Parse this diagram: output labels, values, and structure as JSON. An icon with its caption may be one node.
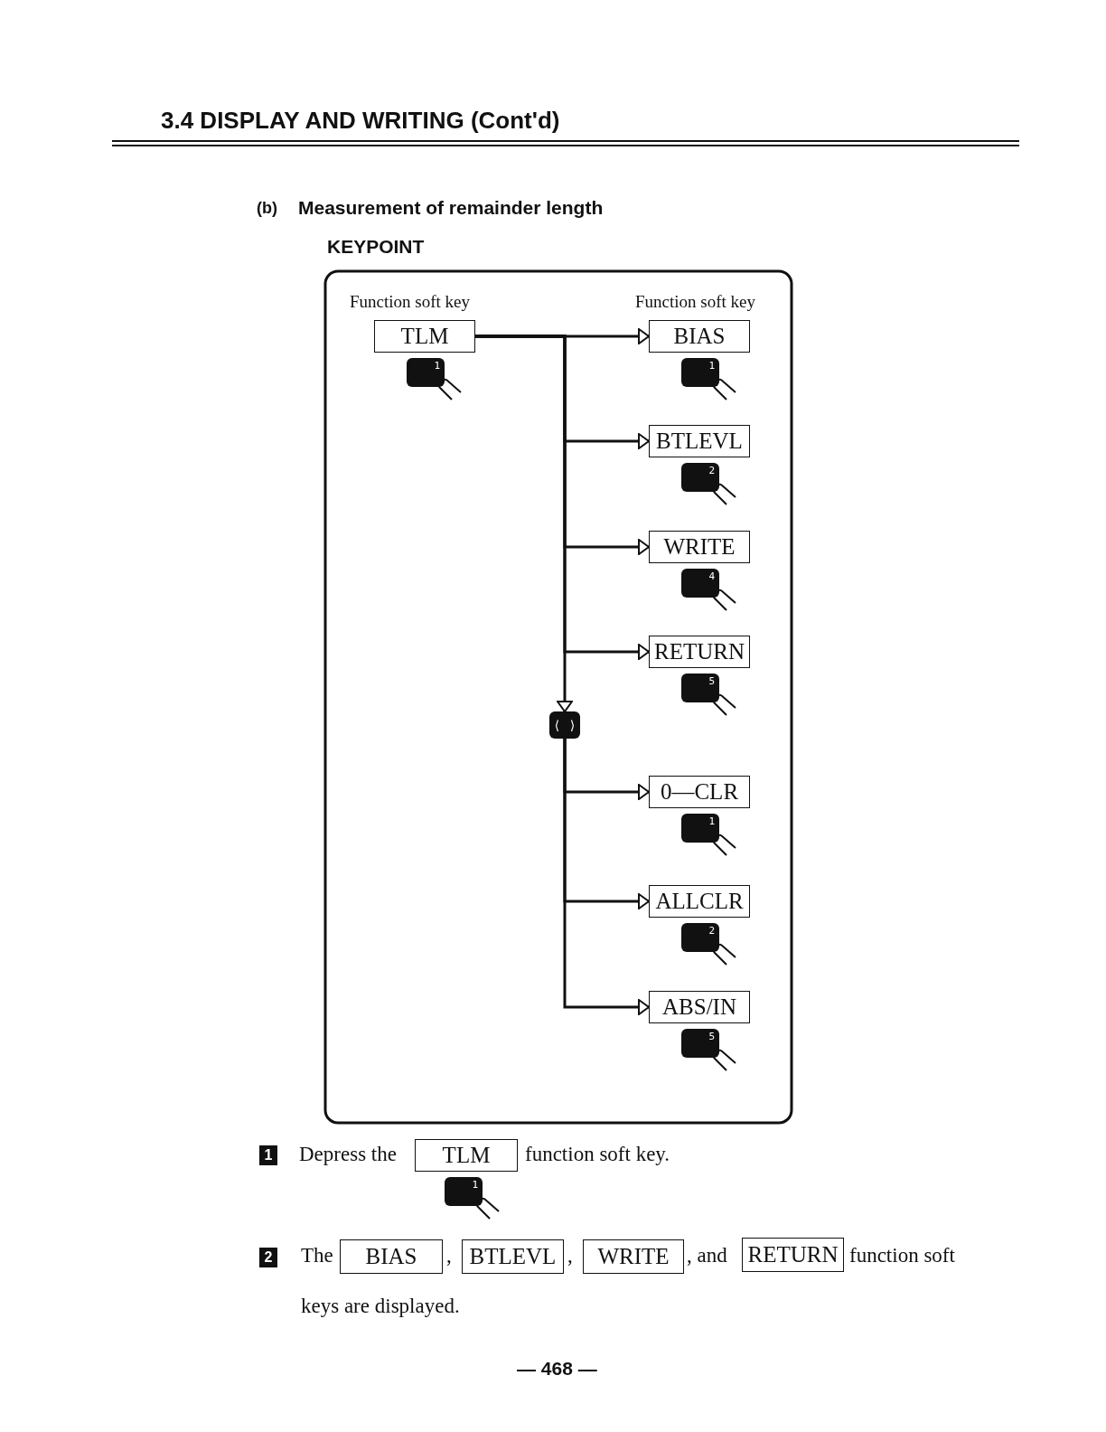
{
  "diagram": {
    "title": "3.4 DISPLAY AND WRITING (Cont'd)",
    "nodes": [
      {
        "text": [
          "TLM"
        ],
        "beside": [
          "1"
        ]
      },
      {
        "text": [
          "BIAS"
        ],
        "beside": [
          "1"
        ]
      },
      {
        "text": [
          "BTLEVL"
        ],
        "beside": [
          "2"
        ]
      },
      {
        "text": [
          "WRITE"
        ],
        "beside": [
          "4"
        ]
      },
      {
        "text": [
          "RETURN"
        ],
        "beside": [
          "5"
        ]
      },
      {
        "text": [
          "⟨ ⟩"
        ]
      },
      {
        "text": [
          "0—CLR"
        ],
        "beside": [
          "1"
        ]
      },
      {
        "text": [
          "ALLCLR"
        ],
        "beside": [
          "2"
        ]
      },
      {
        "text": [
          "ABS/IN"
        ],
        "beside": [
          "5"
        ]
      }
    ],
    "edges": [
      {
        "from": 0,
        "to": 1,
        "arrow": "to"
      },
      {
        "from": 0,
        "to": 2,
        "arrow": "to"
      },
      {
        "from": 0,
        "to": 3,
        "arrow": "to"
      },
      {
        "from": 0,
        "to": 4,
        "arrow": "to"
      },
      {
        "from": 0,
        "to": 5,
        "arrow": "to"
      },
      {
        "from": 5,
        "to": 6,
        "arrow": "to"
      },
      {
        "from": 5,
        "to": 7,
        "arrow": "to"
      },
      {
        "from": 5,
        "to": 8,
        "arrow": "to"
      }
    ],
    "labels": [
      "(b)",
      "Measurement of remainder length",
      "KEYPOINT",
      "Function soft key",
      "Function soft key",
      "1",
      "Depress the",
      "TLM",
      "function soft key.",
      "1",
      "2",
      "The",
      "BIAS",
      ",",
      "BTLEVL",
      ",",
      "WRITE",
      ", and",
      "RETURN",
      "function soft",
      "keys are displayed.",
      "— 468 —"
    ]
  }
}
